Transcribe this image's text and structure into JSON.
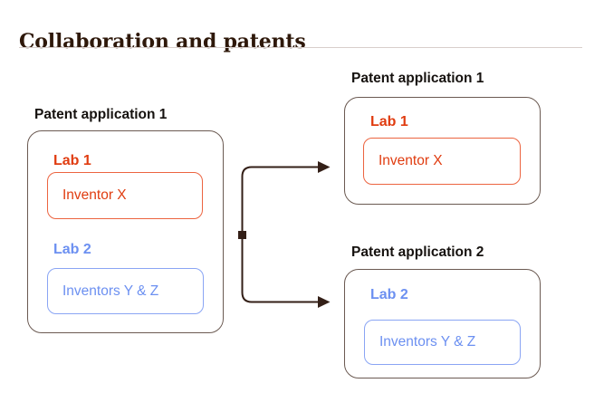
{
  "header": {
    "title": "Collaboration and patents"
  },
  "diagram": {
    "source": {
      "title": "Patent application 1",
      "lab1": {
        "name": "Lab 1",
        "inventors": "Inventor X"
      },
      "lab2": {
        "name": "Lab 2",
        "inventors": "Inventors Y & Z"
      }
    },
    "target1": {
      "title": "Patent application 1",
      "lab": {
        "name": "Lab 1",
        "inventors": "Inventor X"
      }
    },
    "target2": {
      "title": "Patent application 2",
      "lab": {
        "name": "Lab 2",
        "inventors": "Inventors Y & Z"
      }
    }
  },
  "colors": {
    "title_text": "#2e180a",
    "label_text": "#16120f",
    "box_border": "#6b5a52",
    "orange_text": "#e03c10",
    "orange_border": "#ec6440",
    "blue_text": "#6c90f1",
    "blue_border": "#8aa5f4",
    "arrow": "#331f17",
    "rule": "#d8cecb"
  }
}
